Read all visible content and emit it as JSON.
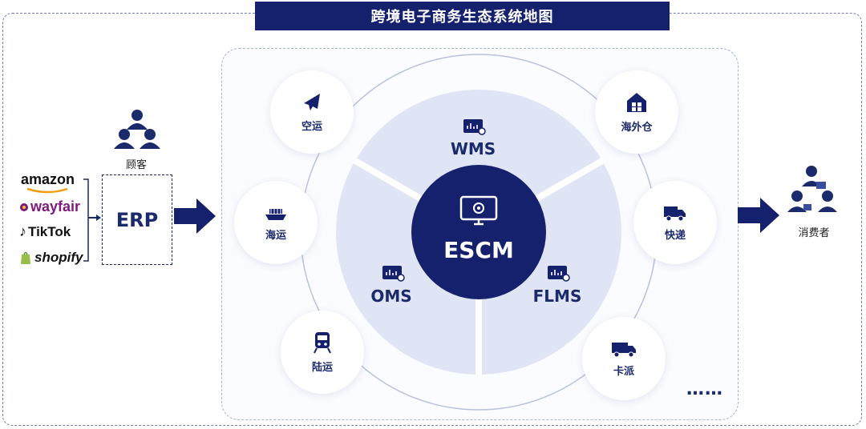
{
  "title": "跨境电子商务生态系统地图",
  "platforms": [
    {
      "name": "amazon",
      "color": "#111111"
    },
    {
      "name": "wayfair",
      "color": "#7f187f"
    },
    {
      "name": "TikTok",
      "color": "#111111"
    },
    {
      "name": "shopify",
      "color": "#111111"
    }
  ],
  "customer_label": "顾客",
  "erp_label": "ERP",
  "consumer_label": "消费者",
  "center": {
    "label": "ESCM"
  },
  "segments": [
    {
      "label": "WMS"
    },
    {
      "label": "OMS"
    },
    {
      "label": "FLMS"
    }
  ],
  "nodes": [
    {
      "label": "空运",
      "icon": "airplane-icon"
    },
    {
      "label": "海运",
      "icon": "ship-icon"
    },
    {
      "label": "陆运",
      "icon": "train-icon"
    },
    {
      "label": "海外仓",
      "icon": "warehouse-icon"
    },
    {
      "label": "快递",
      "icon": "delivery-van-icon"
    },
    {
      "label": "卡派",
      "icon": "truck-icon"
    }
  ],
  "more": "……",
  "colors": {
    "navy": "#16216e",
    "segment": "#dfe5f4",
    "ring": "#eef1f9"
  }
}
